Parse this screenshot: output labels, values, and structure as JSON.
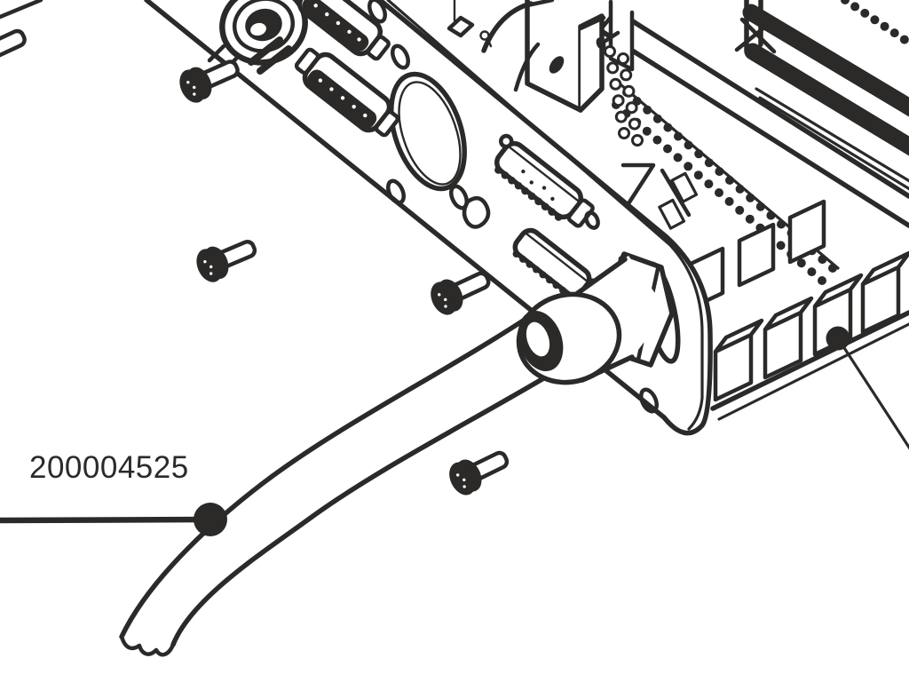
{
  "document": {
    "type": "technical-exploded-assembly-drawing",
    "background_color": "#ffffff",
    "line_color": "#2b2a29"
  },
  "callouts": {
    "part_number": {
      "label": "200004525"
    }
  },
  "parts": [
    {
      "name": "front-panel"
    },
    {
      "name": "panel-round-cutout"
    },
    {
      "name": "circular-connector"
    },
    {
      "name": "d-sub-connector-floating-upper"
    },
    {
      "name": "d-sub-connector-floating-lower"
    },
    {
      "name": "d-sub-connector-mounted-upper"
    },
    {
      "name": "d-sub-connector-mounted-lower"
    },
    {
      "name": "cable-gland"
    },
    {
      "name": "cable"
    },
    {
      "name": "pan-head-screw"
    },
    {
      "name": "pcb-assembly"
    }
  ]
}
